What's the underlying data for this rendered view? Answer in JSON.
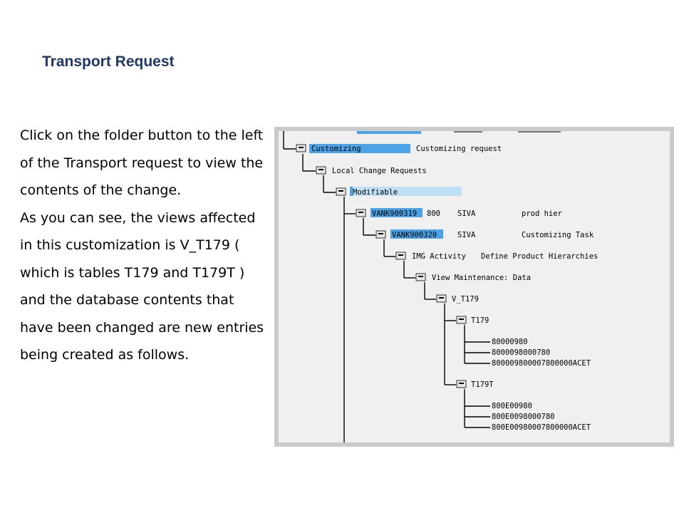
{
  "title": "Transport Request",
  "paragraphs": [
    "Click on the folder button to the left of the Transport request to view the contents of the change.",
    "As you can see, the views affected in this customization is V_T179 ( which is tables T179 and T179T ) and the database contents that have been changed are new entries being created as follows."
  ],
  "tree": {
    "customizing": {
      "label": "Customizing",
      "desc": "Customizing request"
    },
    "local_change_requests": {
      "label": "Local Change Requests"
    },
    "modifiable": {
      "label": "Modifiable"
    },
    "request": {
      "id": "VANK900319",
      "client": "800",
      "user": "SIVA",
      "desc": "prod hier"
    },
    "task": {
      "id": "VANK900320",
      "user": "SIVA",
      "desc": "Customizing Task"
    },
    "img_activity": {
      "label": "IMG Activity",
      "desc": "Define Product Hierarchies"
    },
    "view_maint": {
      "label": "View Maintenance: Data"
    },
    "view": {
      "label": "V_T179"
    },
    "t179": {
      "label": "T179",
      "entries": [
        "80000980",
        "8000098000780",
        "800009800007800000ACET"
      ]
    },
    "t179t": {
      "label": "T179T",
      "entries": [
        "800E00980",
        "800E0098000780",
        "800E00980007800000ACET"
      ]
    }
  }
}
